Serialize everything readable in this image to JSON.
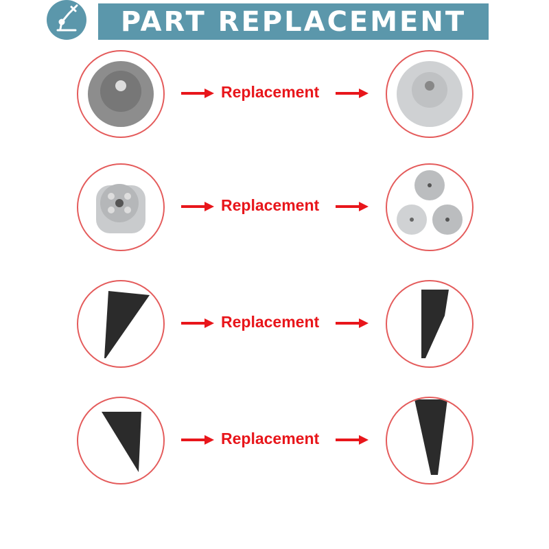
{
  "header": {
    "title": "PART REPLACEMENT",
    "logo_icon": "robot-arm-icon"
  },
  "colors": {
    "banner": "#5b97ab",
    "arrow": "#e8161b",
    "circle_border": "#e45b5b"
  },
  "rows": [
    {
      "label": "Replacement",
      "from": "dark-gray-round-dome",
      "to": "light-gray-round-dome"
    },
    {
      "label": "Replacement",
      "from": "light-gray-cylinder",
      "to": "round-plates-and-dish"
    },
    {
      "label": "Replacement",
      "from": "black-wedge-plate-left",
      "to": "black-wedge-plate-right"
    },
    {
      "label": "Replacement",
      "from": "black-wedge-plate-small",
      "to": "black-wedge-plate-long"
    }
  ]
}
